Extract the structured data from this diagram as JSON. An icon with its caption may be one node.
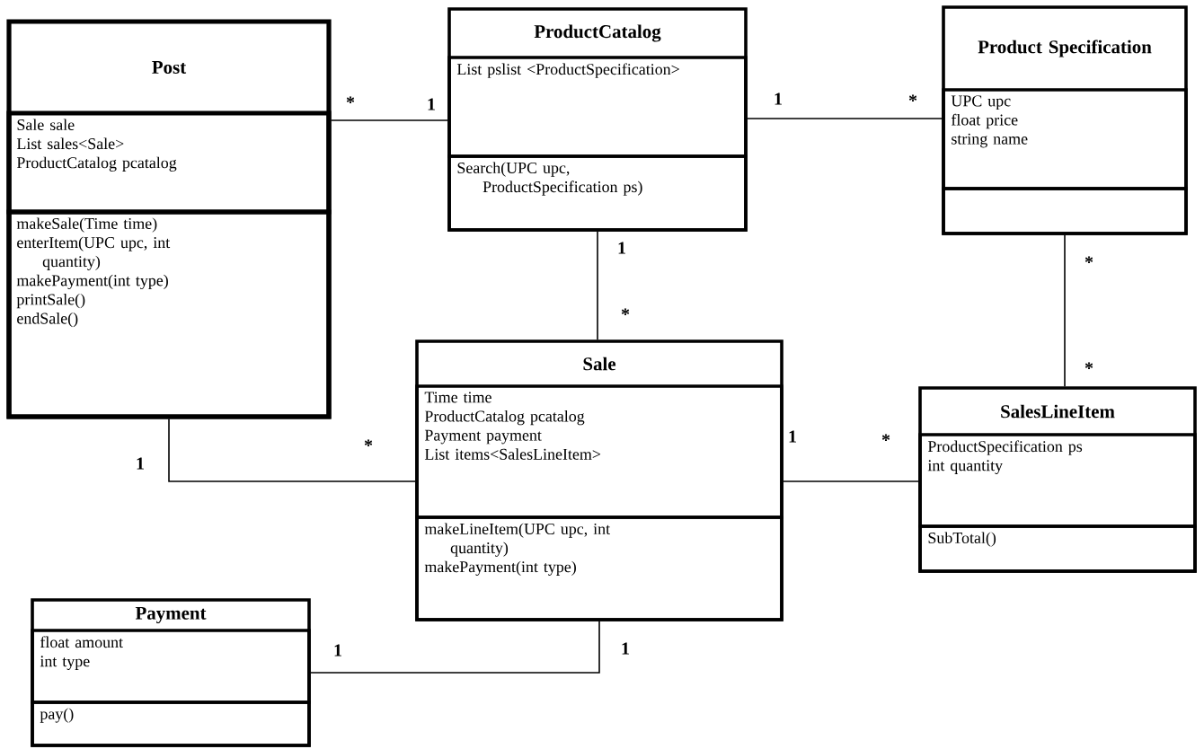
{
  "diagram": {
    "nodes": [
      {
        "text": [
          "Post"
        ]
      },
      {
        "text": [
          "Sale sale",
          "List sales<Sale>",
          "ProductCatalog pcatalog"
        ],
        "in": 0
      },
      {
        "text": [
          "makeSale(Time time)",
          "enterItem(UPC upc, int quantity)",
          "makePayment(int type)",
          "printSale()",
          "endSale()"
        ],
        "in": 0
      },
      {
        "text": [
          "ProductCatalog"
        ]
      },
      {
        "text": [
          "List pslist <ProductSpecification>"
        ],
        "in": 3
      },
      {
        "text": [
          "Search(UPC upc, ProductSpecification ps)"
        ],
        "in": 3
      },
      {
        "text": [
          "Product Specification"
        ]
      },
      {
        "text": [
          "UPC upc",
          "float price",
          "string name"
        ],
        "in": 6
      },
      {
        "text": [],
        "shape": "box",
        "in": 6
      },
      {
        "text": [
          "Sale"
        ]
      },
      {
        "text": [
          "Time time",
          "ProductCatalog pcatalog",
          "Payment payment",
          "List items<SalesLineItem>"
        ],
        "in": 9
      },
      {
        "text": [
          "makeLineItem(UPC upc, int quantity)",
          "makePayment(int type)"
        ],
        "in": 9
      },
      {
        "text": [
          "SalesLineItem"
        ]
      },
      {
        "text": [
          "ProductSpecification ps",
          "int quantity"
        ],
        "in": 12
      },
      {
        "text": [
          "SubTotal()"
        ],
        "in": 12
      },
      {
        "text": [
          "Payment"
        ]
      },
      {
        "text": [
          "float amount",
          "int type"
        ],
        "in": 15
      },
      {
        "text": [
          "pay()"
        ],
        "in": 15
      }
    ],
    "edges": [
      {
        "from": 0,
        "to": 3,
        "arrow": "none"
      },
      {
        "from": 3,
        "to": 6,
        "arrow": "none"
      },
      {
        "from": 3,
        "to": 9,
        "arrow": "none"
      },
      {
        "from": 6,
        "to": 12,
        "arrow": "none"
      },
      {
        "from": 0,
        "to": 9,
        "arrow": "none"
      },
      {
        "from": 9,
        "to": 12,
        "arrow": "none"
      },
      {
        "from": 15,
        "to": 9,
        "arrow": "none"
      }
    ],
    "labels": [
      "*",
      "1",
      "1",
      "*",
      "1",
      "*",
      "*",
      "*",
      "*",
      "1",
      "*",
      "1",
      "1",
      "1"
    ]
  }
}
